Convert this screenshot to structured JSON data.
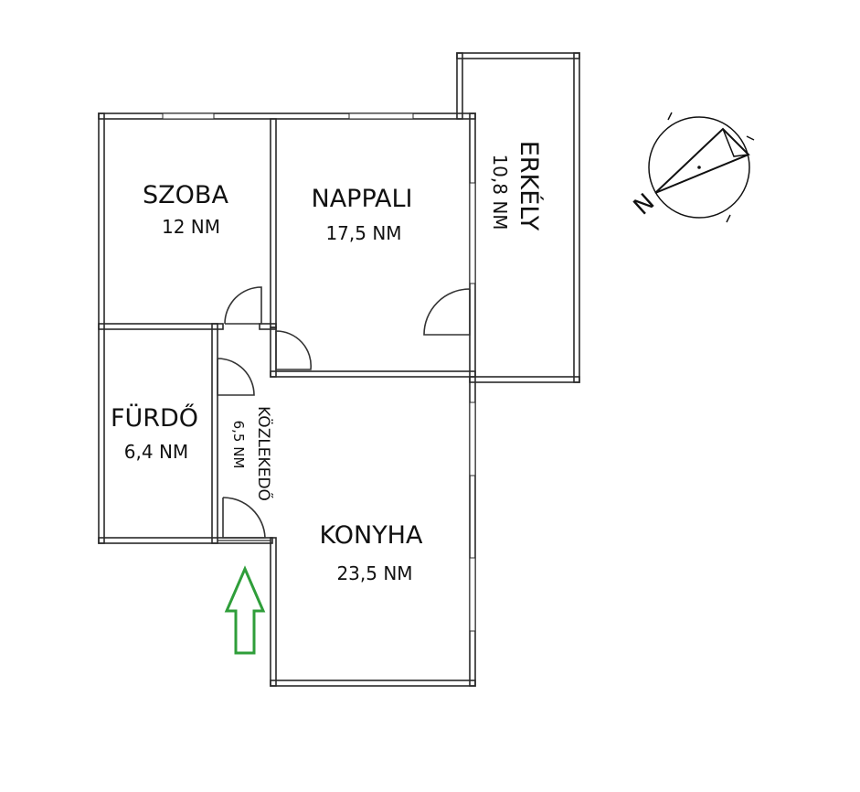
{
  "rooms": {
    "szoba": {
      "name": "SZOBA",
      "area": "12 NM"
    },
    "nappali": {
      "name": "NAPPALI",
      "area": "17,5 NM"
    },
    "erkely": {
      "name": "ERKÉLY",
      "area": "10,8 NM"
    },
    "furdo": {
      "name": "FÜRDŐ",
      "area": "6,4 NM"
    },
    "kozlekedo": {
      "name": "KÖZLEKEDŐ",
      "area": "6,5 NM"
    },
    "konyha": {
      "name": "KONYHA",
      "area": "23,5 NM"
    }
  },
  "compass": {
    "label": "N"
  },
  "colors": {
    "entrance_arrow": "#2f9e3a",
    "wall": "#2a2a2a"
  }
}
